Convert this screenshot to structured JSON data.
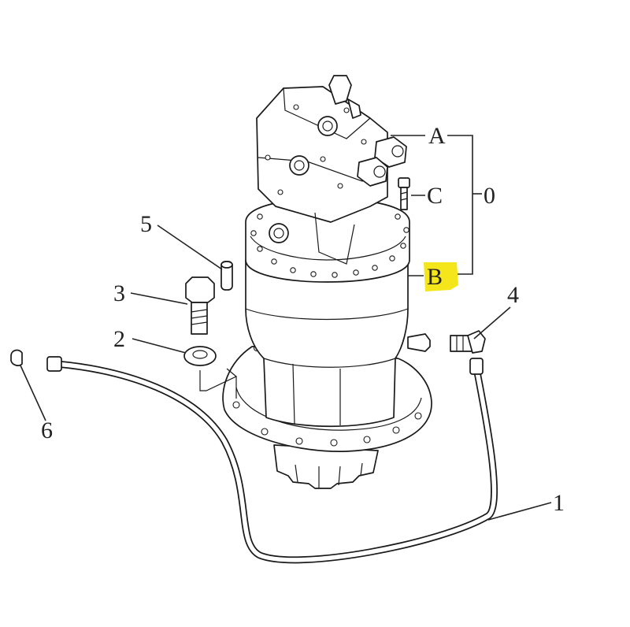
{
  "diagram": {
    "callouts": {
      "A": "A",
      "B": "B",
      "C": "C",
      "zero": "0",
      "n1": "1",
      "n2": "2",
      "n3": "3",
      "n4": "4",
      "n5": "5",
      "n6": "6"
    },
    "highlight_color": "#F5E51B"
  }
}
